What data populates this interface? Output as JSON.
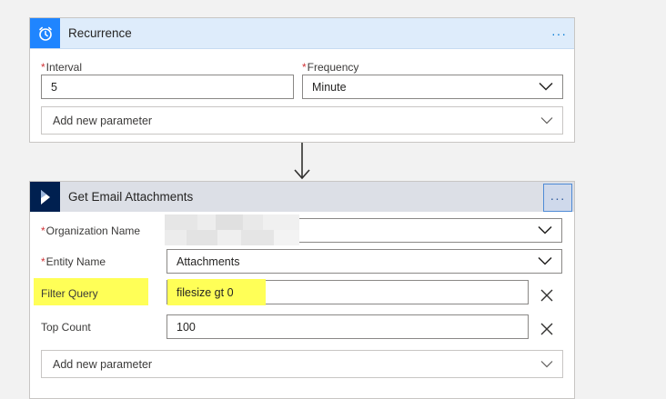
{
  "recurrence": {
    "title": "Recurrence",
    "icon": "alarm-clock-icon",
    "menu_label": "···",
    "interval_label": "Interval",
    "interval_value": "5",
    "frequency_label": "Frequency",
    "frequency_value": "Minute",
    "add_param_label": "Add new parameter"
  },
  "attachments": {
    "title": "Get Email Attachments",
    "icon": "dynamics-logo-icon",
    "menu_label": "···",
    "org_label": "Organization Name",
    "entity_label": "Entity Name",
    "entity_value": "Attachments",
    "filter_label": "Filter Query",
    "filter_value": "filesize gt 0",
    "top_label": "Top Count",
    "top_value": "100",
    "add_param_label": "Add new parameter"
  },
  "required_mark": "*",
  "colors": {
    "recurrence_header": "#deecfb",
    "recurrence_icon_bg": "#1f85ff",
    "dynamics_header": "#dcdfe6",
    "dynamics_icon_bg": "#002050",
    "highlight": "#ffff57",
    "required": "#d13438"
  }
}
